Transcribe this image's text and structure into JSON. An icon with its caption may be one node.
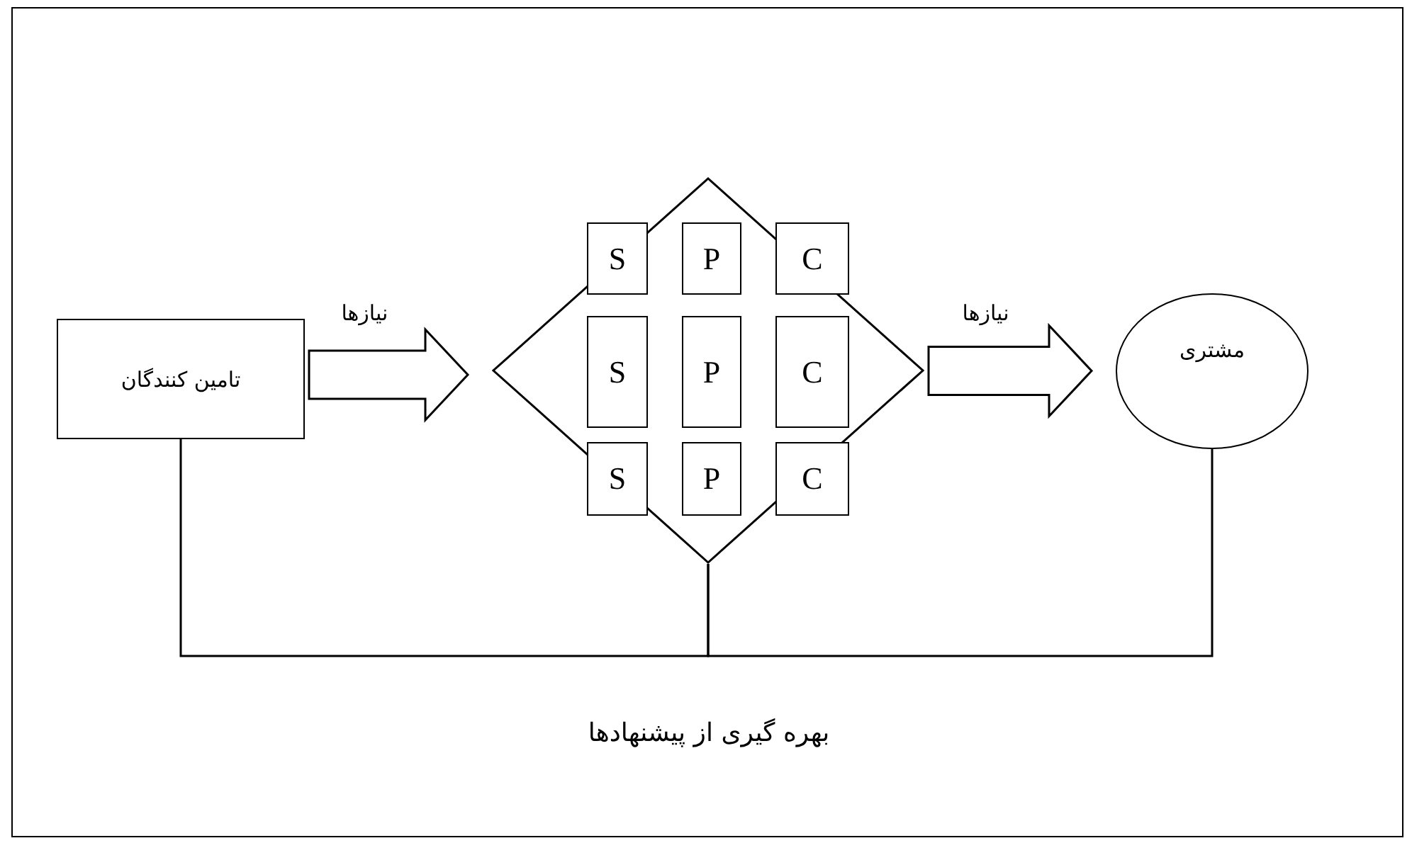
{
  "diagram": {
    "nodes": [
      {
        "text": [
          "تامین کنندگان"
        ]
      },
      {
        "text": [],
        "shape": "diamond"
      },
      {
        "text": [
          "S"
        ]
      },
      {
        "text": [
          "P"
        ],
        "in": 1
      },
      {
        "text": [
          "C"
        ]
      },
      {
        "text": [
          "S"
        ],
        "in": 1
      },
      {
        "text": [
          "P"
        ],
        "in": 1
      },
      {
        "text": [
          "C"
        ],
        "in": 1
      },
      {
        "text": [
          "S"
        ],
        "in": 1
      },
      {
        "text": [
          "P"
        ],
        "in": 1
      },
      {
        "text": [
          "C"
        ]
      },
      {
        "text": [
          "مشتری"
        ]
      }
    ],
    "edges": [
      {
        "from": 0,
        "to": 1,
        "arrow": "to",
        "label": "نیازها"
      },
      {
        "from": 1,
        "to": 11,
        "arrow": "to",
        "label": "نیازها"
      },
      {
        "from": 0,
        "to": 1,
        "arrow": "none"
      },
      {
        "from": 1,
        "to": 11,
        "arrow": "none"
      }
    ],
    "labels": [
      "بهره گیری از پیشنهادها"
    ]
  }
}
